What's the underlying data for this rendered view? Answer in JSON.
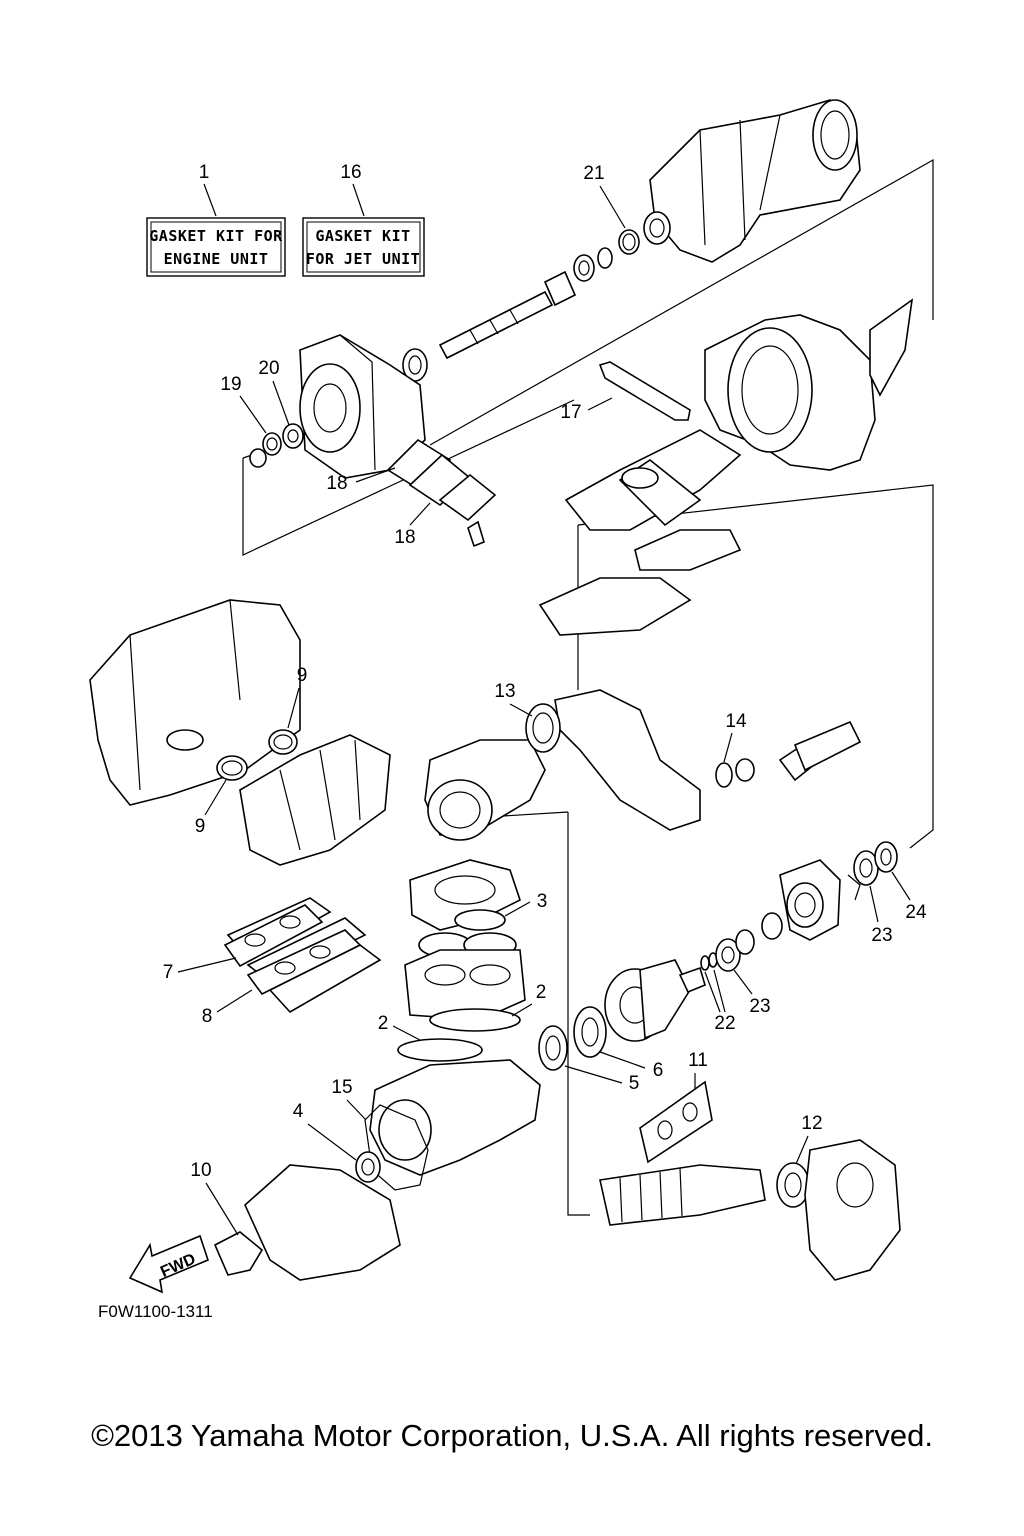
{
  "kits": [
    {
      "id": "1",
      "line1": "GASKET KIT FOR",
      "line2": "ENGINE UNIT"
    },
    {
      "id": "16",
      "line1": "GASKET KIT",
      "line2": "FOR JET UNIT"
    }
  ],
  "callouts": {
    "c2a": "2",
    "c2b": "2",
    "c3": "3",
    "c4": "4",
    "c5": "5",
    "c6": "6",
    "c7": "7",
    "c8": "8",
    "c9a": "9",
    "c9b": "9",
    "c10": "10",
    "c11": "11",
    "c12": "12",
    "c13": "13",
    "c14": "14",
    "c15": "15",
    "c17": "17",
    "c18a": "18",
    "c18b": "18",
    "c19": "19",
    "c20": "20",
    "c21": "21",
    "c22": "22",
    "c23a": "23",
    "c23b": "23",
    "c24": "24"
  },
  "fwd_label": "FWD",
  "diagram_code": "F0W1100-1311",
  "copyright": "©2013 Yamaha Motor Corporation, U.S.A. All rights reserved."
}
